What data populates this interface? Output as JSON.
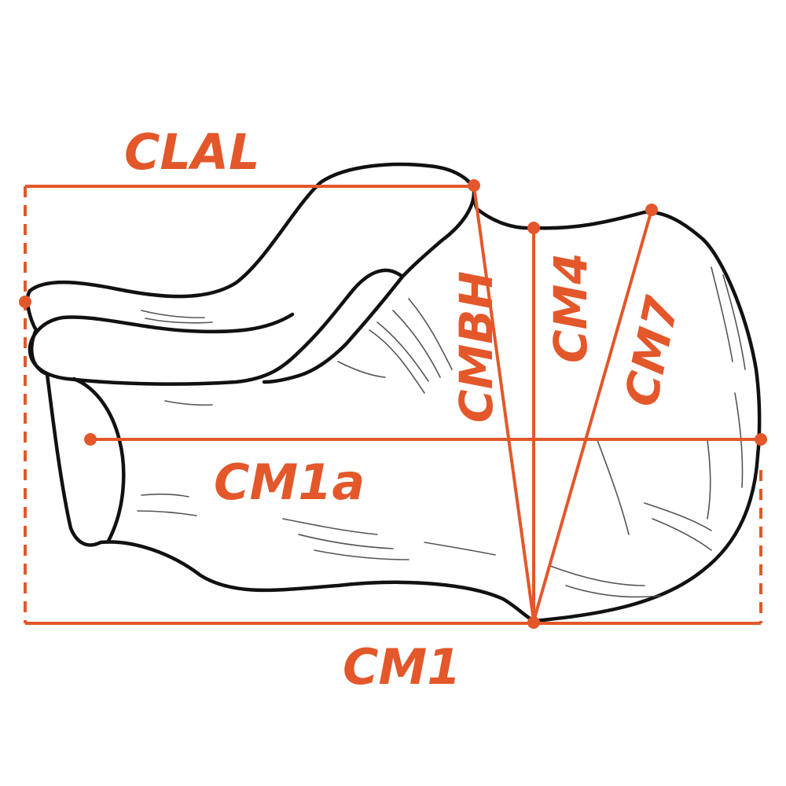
{
  "labels": {
    "clal": "CLAL",
    "cmbh": "CMBH",
    "cm4": "CM4",
    "cm7": "CM7",
    "cm1a": "CM1a",
    "cm1": "CM1"
  },
  "colors": {
    "measure": "#E3572A",
    "outline": "#111111",
    "shading": "#555555",
    "background": "#ffffff"
  }
}
